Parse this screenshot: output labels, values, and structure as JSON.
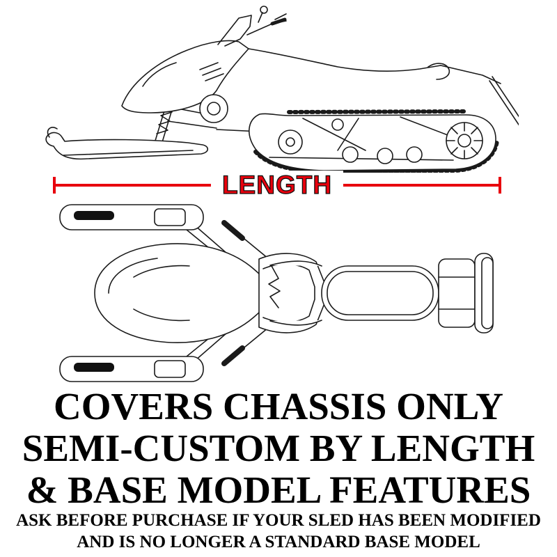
{
  "measurement": {
    "label": "LENGTH",
    "color": "#e8000d"
  },
  "illustrations": {
    "side_view_name": "snowmobile-side-view-line-art",
    "top_view_name": "snowmobile-top-view-line-art",
    "line_color": "#1a1a1a"
  },
  "heading": {
    "lines": [
      "COVERS CHASSIS ONLY",
      "SEMI-CUSTOM BY LENGTH",
      "& BASE MODEL FEATURES"
    ]
  },
  "note": {
    "lines": [
      "ASK BEFORE PURCHASE IF YOUR SLED HAS BEEN MODIFIED",
      "AND IS NO LONGER A STANDARD BASE MODEL"
    ]
  }
}
